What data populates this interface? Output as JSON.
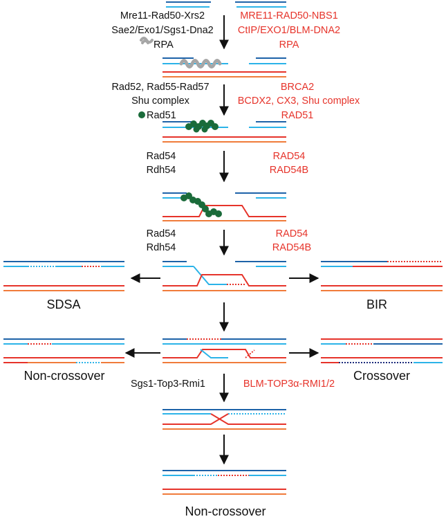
{
  "colors": {
    "dark_blue": "#1d62a8",
    "light_blue": "#2bb3e8",
    "red": "#e6332a",
    "orange": "#f07b3a",
    "navy": "#1b2a7a",
    "gray_protein": "#a6a6a6",
    "green_protein": "#1a6b3a",
    "arrow": "#111111"
  },
  "yeast_labels": {
    "resection_1": "Mre11-Rad50-Xrs2",
    "resection_2": "Sae2/Exo1/Sgs1-Dna2",
    "rpa": "RPA",
    "mediators_1": "Rad52, Rad55-Rad57",
    "mediators_2": "Shu complex",
    "rad51": "Rad51",
    "motor_a_1": "Rad54",
    "motor_a_2": "Rdh54",
    "motor_b_1": "Rad54",
    "motor_b_2": "Rdh54",
    "dissolvase": "Sgs1-Top3-Rmi1"
  },
  "human_labels": {
    "resection_1": "MRE11-RAD50-NBS1",
    "resection_2": "CtIP/EXO1/BLM-DNA2",
    "rpa": "RPA",
    "mediators_1": "BRCA2",
    "mediators_2": "BCDX2, CX3, Shu complex",
    "rad51": "RAD51",
    "motor_a_1": "RAD54",
    "motor_a_2": "RAD54B",
    "motor_b_1": "RAD54",
    "motor_b_2": "RAD54B",
    "dissolvase": "BLM-TOP3α-RMI1/2"
  },
  "outcomes": {
    "sdsa": "SDSA",
    "bir": "BIR",
    "non_crossover_left": "Non-crossover",
    "crossover": "Crossover",
    "non_crossover_bottom": "Non-crossover"
  }
}
